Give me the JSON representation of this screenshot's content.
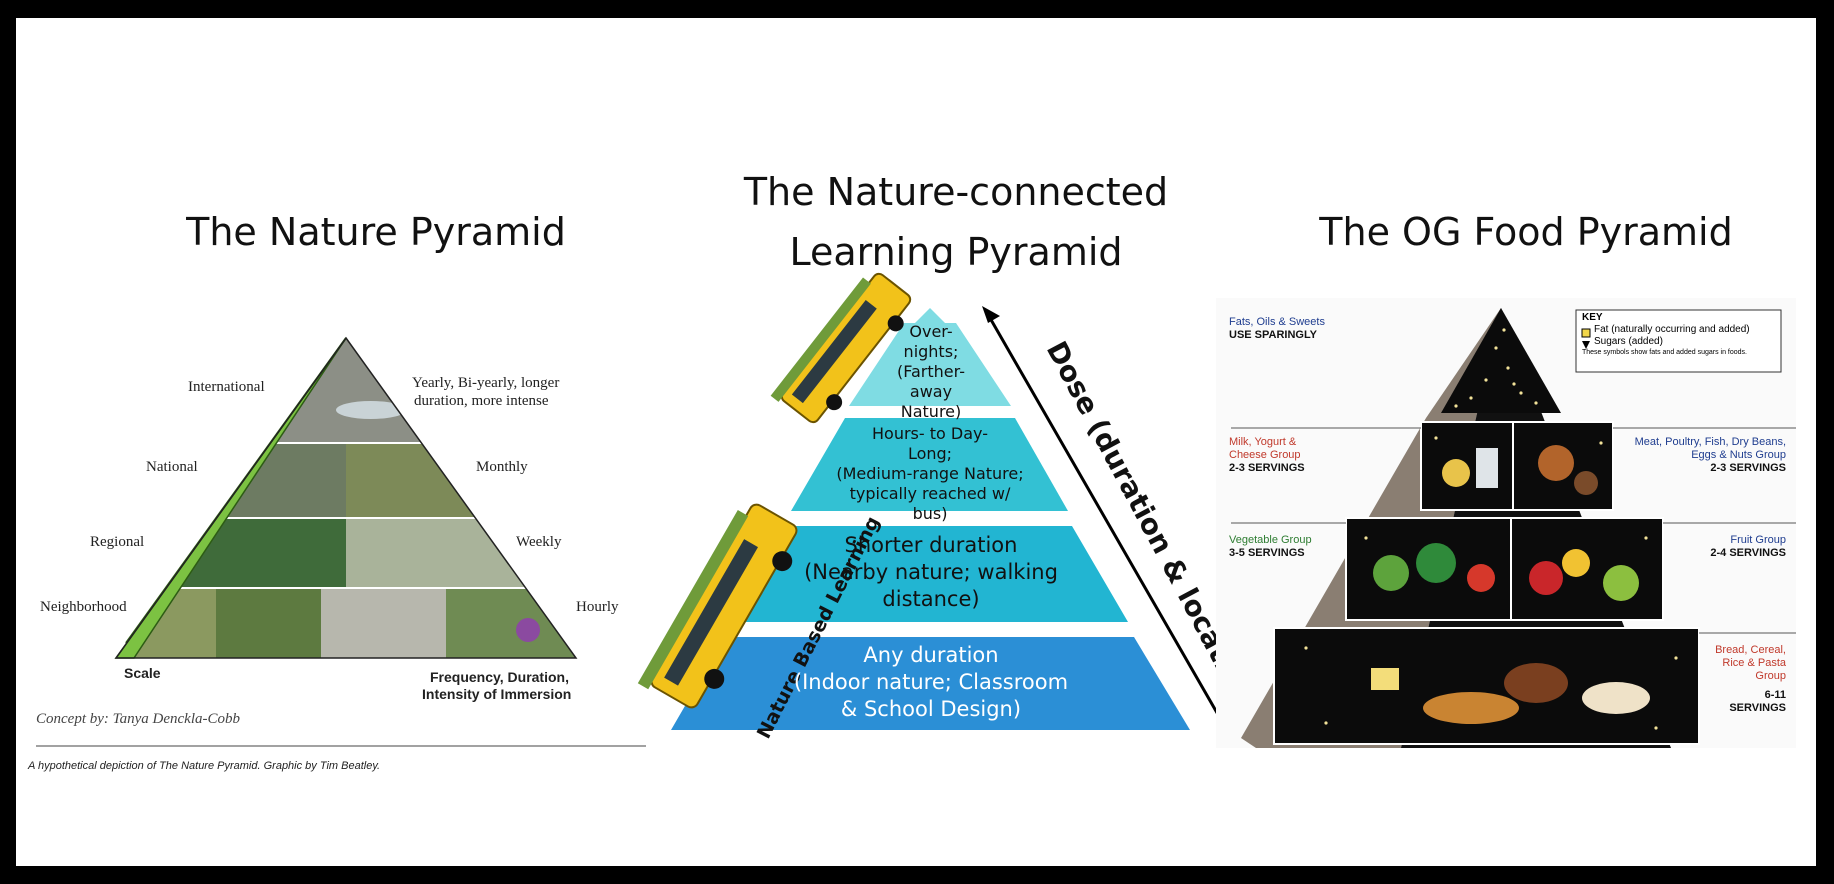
{
  "titles": {
    "nature_pyramid": "The Nature Pyramid",
    "learning_pyramid_line1": "The Nature-connected",
    "learning_pyramid_line2": "Learning Pyramid",
    "food_pyramid": "The OG Food Pyramid"
  },
  "nature_pyramid": {
    "scale_labels": [
      "International",
      "National",
      "Regional",
      "Neighborhood"
    ],
    "frequency_labels": [
      "Yearly, Bi-yearly, longer",
      "duration, more intense",
      "Monthly",
      "Weekly",
      "Hourly"
    ],
    "scale_axis": "Scale",
    "frequency_axis_line1": "Frequency, Duration,",
    "frequency_axis_line2": "Intensity of Immersion",
    "concept": "Concept by: Tanya Denckla-Cobb",
    "caption": "A hypothetical depiction of The Nature Pyramid. Graphic by Tim Beatley."
  },
  "learning_pyramid": {
    "tiers": [
      {
        "lines": [
          "Over-",
          "nights;",
          "(Farther-away",
          "Nature)"
        ],
        "color": "#7fdce3"
      },
      {
        "lines": [
          "Hours- to Day-",
          "Long;",
          "(Medium-range Nature;",
          "typically reached w/ bus)"
        ],
        "color": "#33c1d3"
      },
      {
        "lines": [
          "Shorter duration",
          "(Nearby nature; walking",
          "distance)"
        ],
        "color": "#22b5d2"
      },
      {
        "lines": [
          "Any duration",
          "(Indoor nature; Classroom",
          "& School Design)"
        ],
        "color": "#2b8fd6"
      }
    ],
    "left_axis": "Nature Based Learning",
    "right_axis": "Dose (duration & location)"
  },
  "food_pyramid": {
    "key_title": "KEY",
    "key_items": [
      "Fat (naturally occurring and added)",
      "Sugars (added)"
    ],
    "key_note": "These symbols show fats and added sugars in foods.",
    "groups": [
      {
        "name": "Fats, Oils & Sweets",
        "servings": "USE SPARINGLY"
      },
      {
        "name": "Milk, Yogurt &",
        "name2": "Cheese Group",
        "servings": "2-3 SERVINGS"
      },
      {
        "name": "Meat, Poultry, Fish, Dry Beans,",
        "name2": "Eggs & Nuts Group",
        "servings": "2-3 SERVINGS"
      },
      {
        "name": "Vegetable Group",
        "servings": "3-5 SERVINGS"
      },
      {
        "name": "Fruit Group",
        "servings": "2-4 SERVINGS"
      },
      {
        "name": "Bread, Cereal,",
        "name2": "Rice & Pasta",
        "name3": "Group",
        "servings": "6-11",
        "servings2": "SERVINGS"
      }
    ]
  },
  "colors": {
    "learning_tier_top": "#7fdce3",
    "learning_tier_2": "#33c1d3",
    "learning_tier_3": "#22b5d2",
    "learning_tier_bottom": "#2b8fd6",
    "scale_wedge": "#7cc242",
    "bus_yellow": "#f2c21a",
    "food_bg": "#0b0b0b"
  }
}
